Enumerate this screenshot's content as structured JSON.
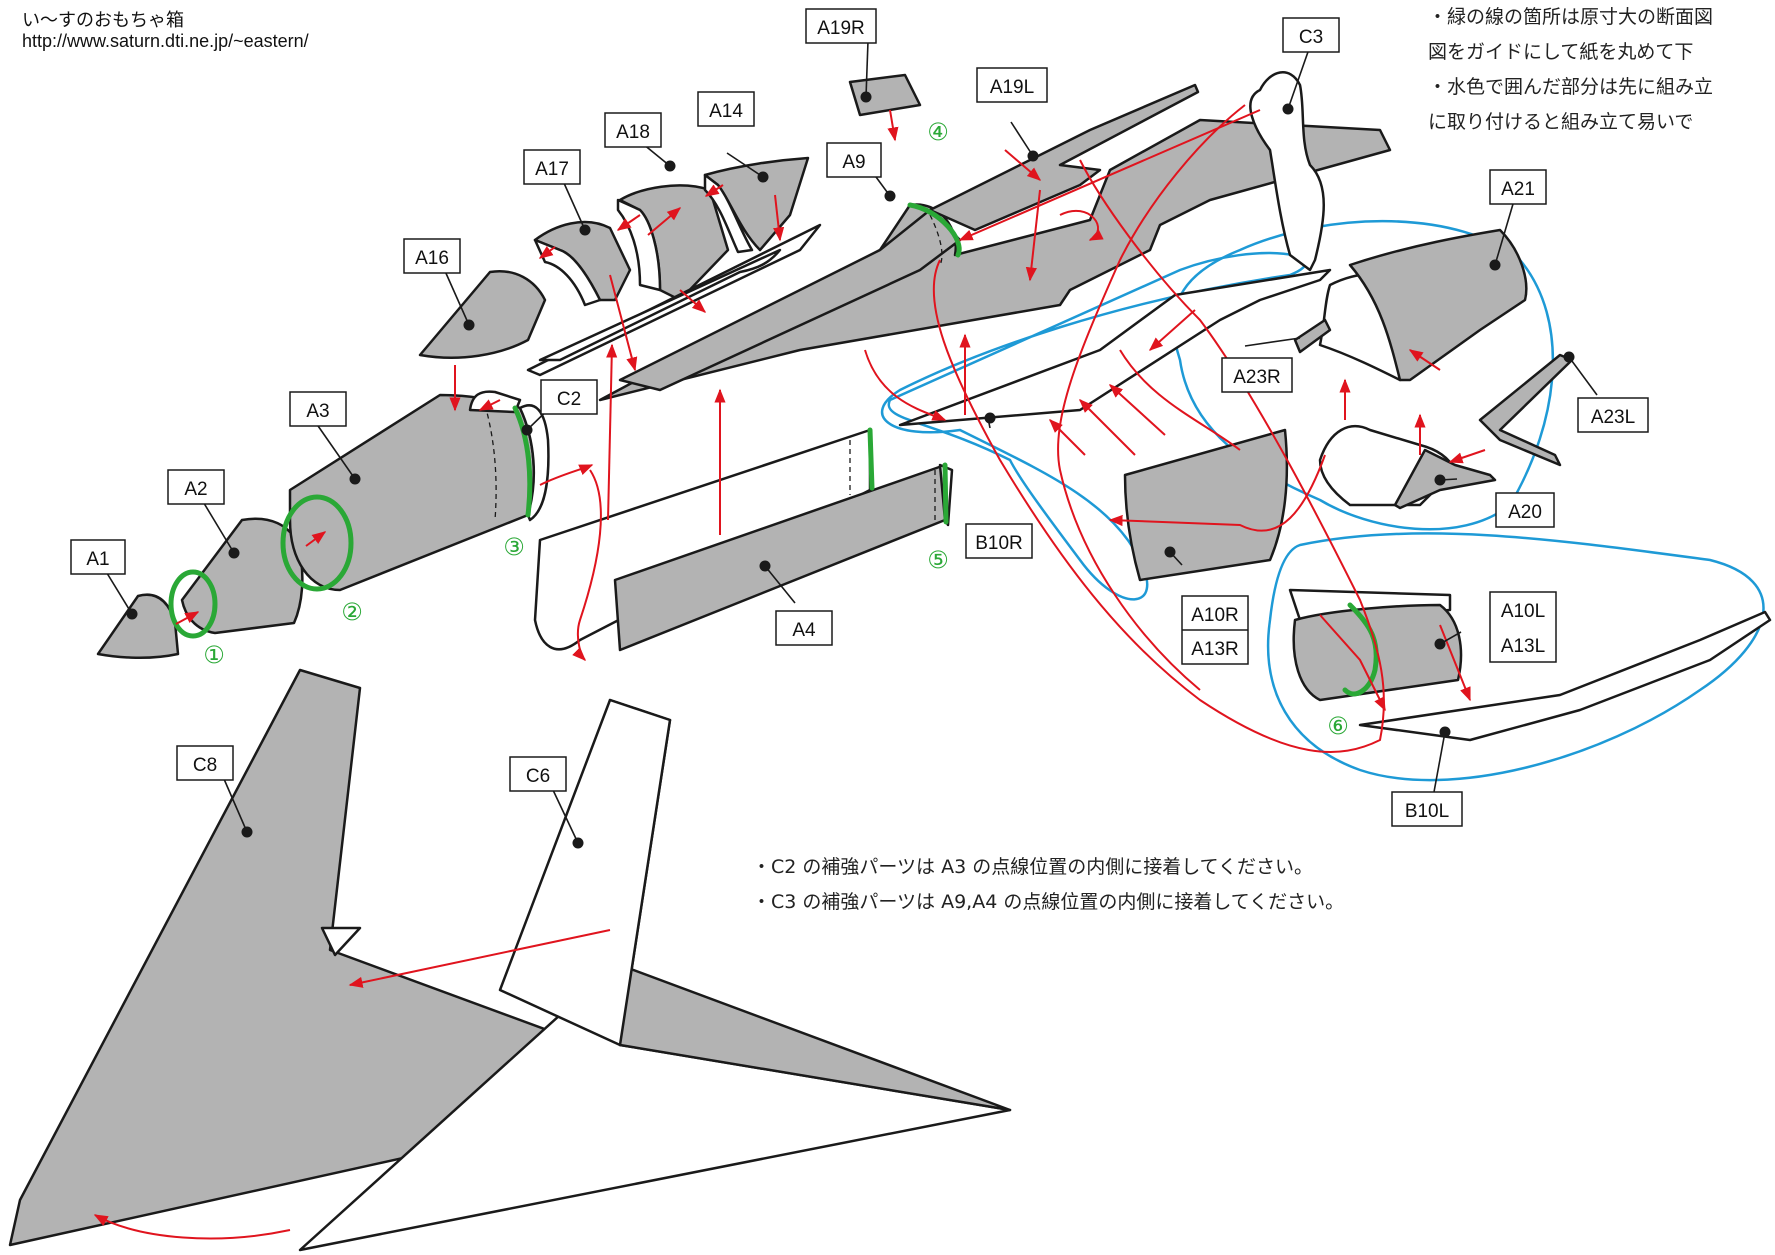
{
  "header": {
    "site_name": "い～すのおもちゃ箱",
    "url": "http://www.saturn.dti.ne.jp/~eastern/"
  },
  "notes_top": [
    "緑の線の箇所は原寸大の断面図",
    "図をガイドにして紙を丸めて下",
    "水色で囲んだ部分は先に組み立",
    "に取り付けると組み立て易いで"
  ],
  "notes_bottom": [
    "C2 の補強パーツは A3 の点線位置の内側に接着してください。",
    "C3 の補強パーツは A9,A4 の点線位置の内側に接着してください。"
  ],
  "part_labels": {
    "A1": "A1",
    "A2": "A2",
    "A3": "A3",
    "A4": "A4",
    "A9": "A9",
    "A14": "A14",
    "A16": "A16",
    "A17": "A17",
    "A18": "A18",
    "A19R": "A19R",
    "A19L": "A19L",
    "A20": "A20",
    "A21": "A21",
    "A23R": "A23R",
    "A23L": "A23L",
    "A10R": "A10R",
    "A13R": "A13R",
    "A10L": "A10L",
    "A13L": "A13L",
    "B10R": "B10R",
    "B10L": "B10L",
    "C2": "C2",
    "C3": "C3",
    "C6": "C6",
    "C8": "C8"
  },
  "cross_section_markers": [
    "①",
    "②",
    "③",
    "④",
    "⑤",
    "⑥"
  ],
  "colors": {
    "part_fill": "#b3b3b3",
    "outline": "#1a1a1a",
    "arrow": "#e0141e",
    "cross_section": "#2aa836",
    "subassembly_outline": "#1e9ad6"
  }
}
